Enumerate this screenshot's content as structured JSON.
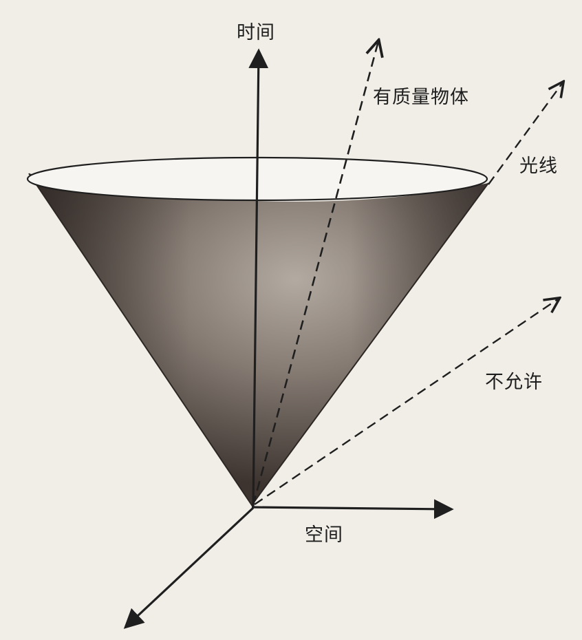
{
  "labels": {
    "time_axis": "时间",
    "massive_object": "有质量物体",
    "light_ray": "光线",
    "not_allowed": "不允许",
    "space_axis": "空间"
  },
  "colors": {
    "background": "#f1eee8",
    "cone_dark": "#3f3631",
    "cone_light": "#a39a92",
    "rim": "#f7f5f1",
    "lines": "#1f1f1f"
  }
}
